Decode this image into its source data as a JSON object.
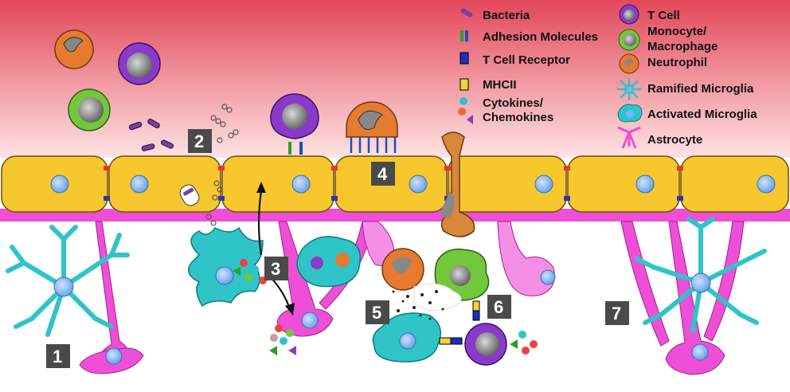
{
  "colors": {
    "blood_top": "#e2475a",
    "blood_bottom": "#ffe3e3",
    "endothelium": "#f7c72e",
    "endothelium_stroke": "#7a5a10",
    "nucleus": "#7fb2f0",
    "astrocyte": "#ee4fd6",
    "astrocyte_light": "#f58fe6",
    "microglia": "#2fc4c8",
    "neutrophil": "#e67a2e",
    "t_cell": "#8a3ac9",
    "monocyte": "#72c83a",
    "bacteria": "#7a3fa0"
  },
  "legend": [
    {
      "icon": "bacteria-icon",
      "label": "Bacteria"
    },
    {
      "icon": "adhesion-molecule-icon",
      "label": "Adhesion Molecules"
    },
    {
      "icon": "t-cell-receptor-icon",
      "label": "T Cell Receptor"
    },
    {
      "icon": "mhcii-icon",
      "label": "MHCII"
    },
    {
      "icon": "cytokine-icon",
      "label": "Cytokines/"
    },
    {
      "icon": "",
      "label": "Chemokines"
    },
    {
      "icon": "t-cell-icon",
      "label": "T Cell"
    },
    {
      "icon": "monocyte-icon",
      "label": "Monocyte/"
    },
    {
      "icon": "",
      "label": "Macrophage"
    },
    {
      "icon": "neutrophil-icon",
      "label": "Neutrophil"
    },
    {
      "icon": "ramified-microglia-icon",
      "label": "Ramified Microglia"
    },
    {
      "icon": "activated-microglia-icon",
      "label": "Activated Microglia"
    },
    {
      "icon": "astrocyte-icon",
      "label": "Astrocyte"
    }
  ],
  "steps": [
    "1",
    "2",
    "3",
    "4",
    "5",
    "6",
    "7"
  ]
}
